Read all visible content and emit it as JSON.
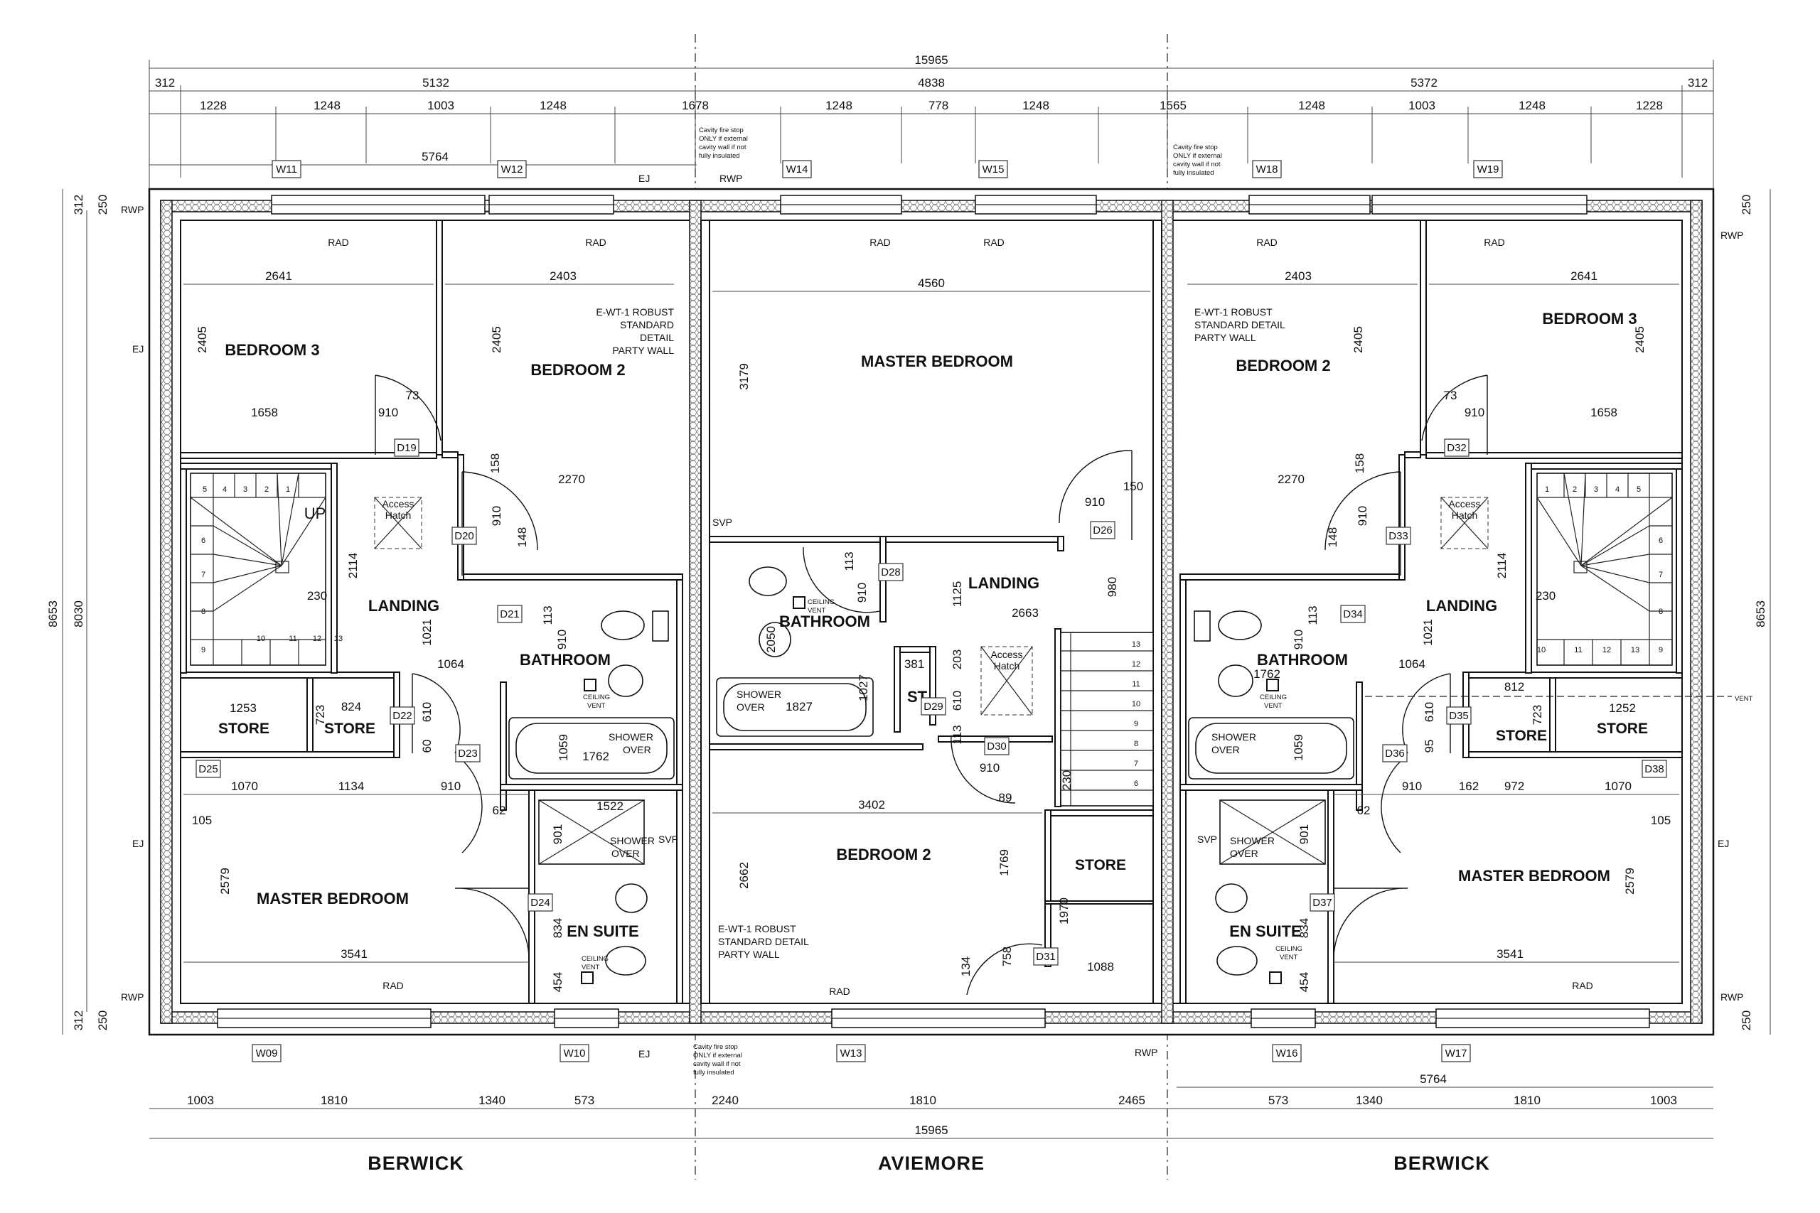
{
  "houses": {
    "left": "BERWICK",
    "middle": "AVIEMORE",
    "right": "BERWICK"
  },
  "overall": {
    "top": "15965",
    "bottom": "15965",
    "left_outer": "8653",
    "left_inner": "8030",
    "right_outer": "8653"
  },
  "top_row2": [
    "312",
    "5132",
    "4838",
    "5372",
    "312"
  ],
  "top_row3": [
    "1228",
    "1248",
    "1003",
    "1248",
    "1678",
    "1248",
    "778",
    "1248",
    "1565",
    "1248",
    "1003",
    "1248",
    "1228"
  ],
  "bottom_row": [
    "1003",
    "1810",
    "1340",
    "573",
    "2240",
    "1810",
    "2465",
    "573",
    "1340",
    "1810",
    "1003"
  ],
  "widths": {
    "top_left": "5764",
    "bottom_right": "5764"
  },
  "side_dims": {
    "left_top_a": "312",
    "left_top_b": "250",
    "left_bot_a": "312",
    "left_bot_b": "250",
    "right_top": "250",
    "right_bot": "250"
  },
  "windows": [
    "W11",
    "W12",
    "W14",
    "W15",
    "W18",
    "W19",
    "W09",
    "W10",
    "W13",
    "W16",
    "W17"
  ],
  "doors": [
    "D19",
    "D20",
    "D21",
    "D22",
    "D23",
    "D24",
    "D25",
    "D26",
    "D28",
    "D29",
    "D30",
    "D31",
    "D32",
    "D33",
    "D34",
    "D35",
    "D36",
    "D37",
    "D38"
  ],
  "rooms": {
    "l_bed3": "BEDROOM 3",
    "l_bed2": "BEDROOM 2",
    "l_landing": "LANDING",
    "l_bath": "BATHROOM",
    "l_store1": "STORE",
    "l_store2": "STORE",
    "l_master": "MASTER BEDROOM",
    "l_ensuite": "EN SUITE",
    "m_master": "MASTER BEDROOM",
    "m_landing": "LANDING",
    "m_bath": "BATHROOM",
    "m_st": "ST",
    "m_bed2": "BEDROOM 2",
    "m_store": "STORE",
    "r_bed2": "BEDROOM 2",
    "r_bed3": "BEDROOM 3",
    "r_landing": "LANDING",
    "r_bath": "BATHROOM",
    "r_store1": "STORE",
    "r_store2": "STORE",
    "r_master": "MASTER BEDROOM",
    "r_ensuite": "EN SUITE"
  },
  "notes": {
    "party_wall_l": [
      "E-WT-1 ROBUST",
      "STANDARD",
      "DETAIL",
      "PARTY WALL"
    ],
    "party_wall_r": [
      "E-WT-1 ROBUST",
      "STANDARD DETAIL",
      "PARTY WALL"
    ],
    "party_wall_m": [
      "E-WT-1 ROBUST",
      "STANDARD DETAIL",
      "PARTY WALL"
    ],
    "fire_stop": [
      "Cavity fire stop",
      "ONLY if external",
      "cavity wall if not",
      "fully insulated"
    ],
    "access_hatch": [
      "Access",
      "Hatch"
    ],
    "ceiling_vent": [
      "CEILING",
      "VENT"
    ],
    "shower_over": [
      "SHOWER",
      "OVER"
    ],
    "up": "UP",
    "rad": "RAD",
    "rwp": "RWP",
    "ej": "EJ",
    "svp": "SVP",
    "vent": "VENT"
  },
  "room_dims": {
    "l_bed3_w": "2641",
    "l_bed3_h": "2405",
    "l_bed3_b": "1658",
    "l_d19_w": "910",
    "l_73": "73",
    "l_bed2_w": "2403",
    "l_bed2_h": "2405",
    "l_158": "158",
    "l_2270": "2270",
    "l_910v": "910",
    "l_148": "148",
    "l_2114": "2114",
    "l_230": "230",
    "l_1021": "1021",
    "l_113": "113",
    "l_910b": "910",
    "l_1064": "1064",
    "l_1253": "1253",
    "l_824": "824",
    "l_723": "723",
    "l_610": "610",
    "l_60": "60",
    "l_1059": "1059",
    "l_1762": "1762",
    "l_1070": "1070",
    "l_1134": "1134",
    "l_910c": "910",
    "l_105": "105",
    "l_62": "62",
    "l_2579": "2579",
    "l_3541": "3541",
    "l_1522": "1522",
    "l_901": "901",
    "l_834": "834",
    "l_454": "454",
    "m_4560": "4560",
    "m_3179": "3179",
    "m_150": "150",
    "m_910": "910",
    "m_980": "980",
    "m_1125": "1125",
    "m_2663": "2663",
    "m_113": "113",
    "m_910v": "910",
    "m_2050": "2050",
    "m_1827": "1827",
    "m_1027": "1027",
    "m_381": "381",
    "m_203": "203",
    "m_610": "610",
    "m_113b": "113",
    "m_910b": "910",
    "m_89": "89",
    "m_230": "230",
    "m_3402": "3402",
    "m_2662": "2662",
    "m_1769": "1769",
    "m_1970": "1970",
    "m_758": "758",
    "m_134": "134",
    "m_1088": "1088",
    "r_bed2_w": "2403",
    "r_bed2_h": "2405",
    "r_bed3_w": "2641",
    "r_bed3_h": "2405",
    "r_1658": "1658",
    "r_910": "910",
    "r_73": "73",
    "r_158": "158",
    "r_2270": "2270",
    "r_910v": "910",
    "r_148": "148",
    "r_2114": "2114",
    "r_230": "230",
    "r_1021": "1021",
    "r_113": "113",
    "r_910b": "910",
    "r_1064": "1064",
    "r_1762": "1762",
    "r_812": "812",
    "r_723": "723",
    "r_1252": "1252",
    "r_610": "610",
    "r_95": "95",
    "r_1059": "1059",
    "r_910c": "910",
    "r_162": "162",
    "r_972": "972",
    "r_1070": "1070",
    "r_105": "105",
    "r_62": "62",
    "r_2579": "2579",
    "r_3541": "3541",
    "r_901": "901",
    "r_834": "834",
    "r_454": "454"
  },
  "stairs": {
    "left": [
      "5",
      "4",
      "3",
      "2",
      "1",
      "6",
      "7",
      "8",
      "9",
      "10",
      "11",
      "12",
      "13"
    ],
    "middle": [
      "13",
      "12",
      "11",
      "10",
      "9",
      "8",
      "7",
      "6"
    ],
    "right": [
      "1",
      "2",
      "3",
      "4",
      "5",
      "6",
      "7",
      "8",
      "9",
      "10",
      "11",
      "12",
      "13"
    ]
  }
}
